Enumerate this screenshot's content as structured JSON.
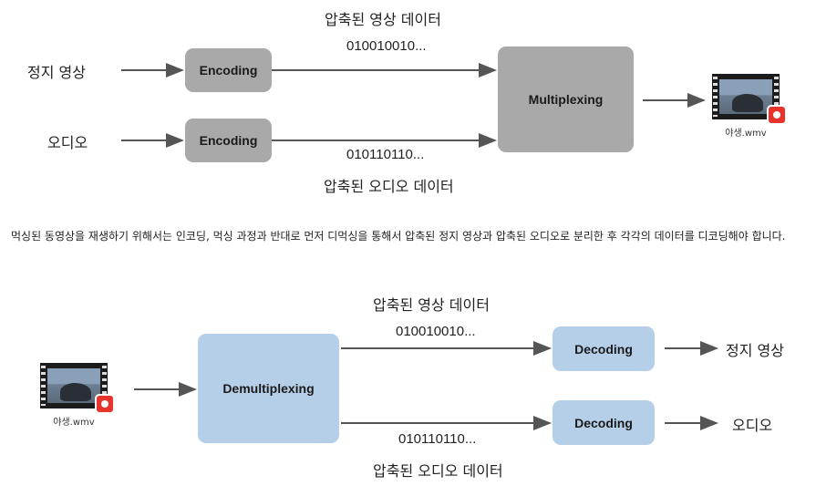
{
  "top_diagram": {
    "video_input": "정지 영상",
    "audio_input": "오디오",
    "encoder_video": "Encoding",
    "encoder_audio": "Encoding",
    "muxer": "Multiplexing",
    "video_stream_label": "압축된 영상 데이터",
    "video_stream_bits": "010010010...",
    "audio_stream_bits": "010110110...",
    "audio_stream_label": "압축된 오디오 데이터",
    "output_file": "야생.wmv"
  },
  "description": "먹싱된 동영상을 재생하기 위해서는 인코딩, 먹싱 과정과 반대로 먼저 디먹싱을 통해서 압축된 정지 영상과 압축된 오디오로 분리한 후 각각의 데이터를 디코딩해야 합니다.",
  "bottom_diagram": {
    "input_file": "야생.wmv",
    "demuxer": "Demultiplexing",
    "video_stream_label": "압축된 영상 데이터",
    "video_stream_bits": "010010010...",
    "audio_stream_bits": "010110110...",
    "audio_stream_label": "압축된 오디오 데이터",
    "decoder_video": "Decoding",
    "decoder_audio": "Decoding",
    "video_output": "정지 영상",
    "audio_output": "오디오"
  },
  "colors": {
    "encoder_box": "#a9a9a9",
    "decoder_box": "#b6cfe8",
    "arrow": "#555555"
  }
}
